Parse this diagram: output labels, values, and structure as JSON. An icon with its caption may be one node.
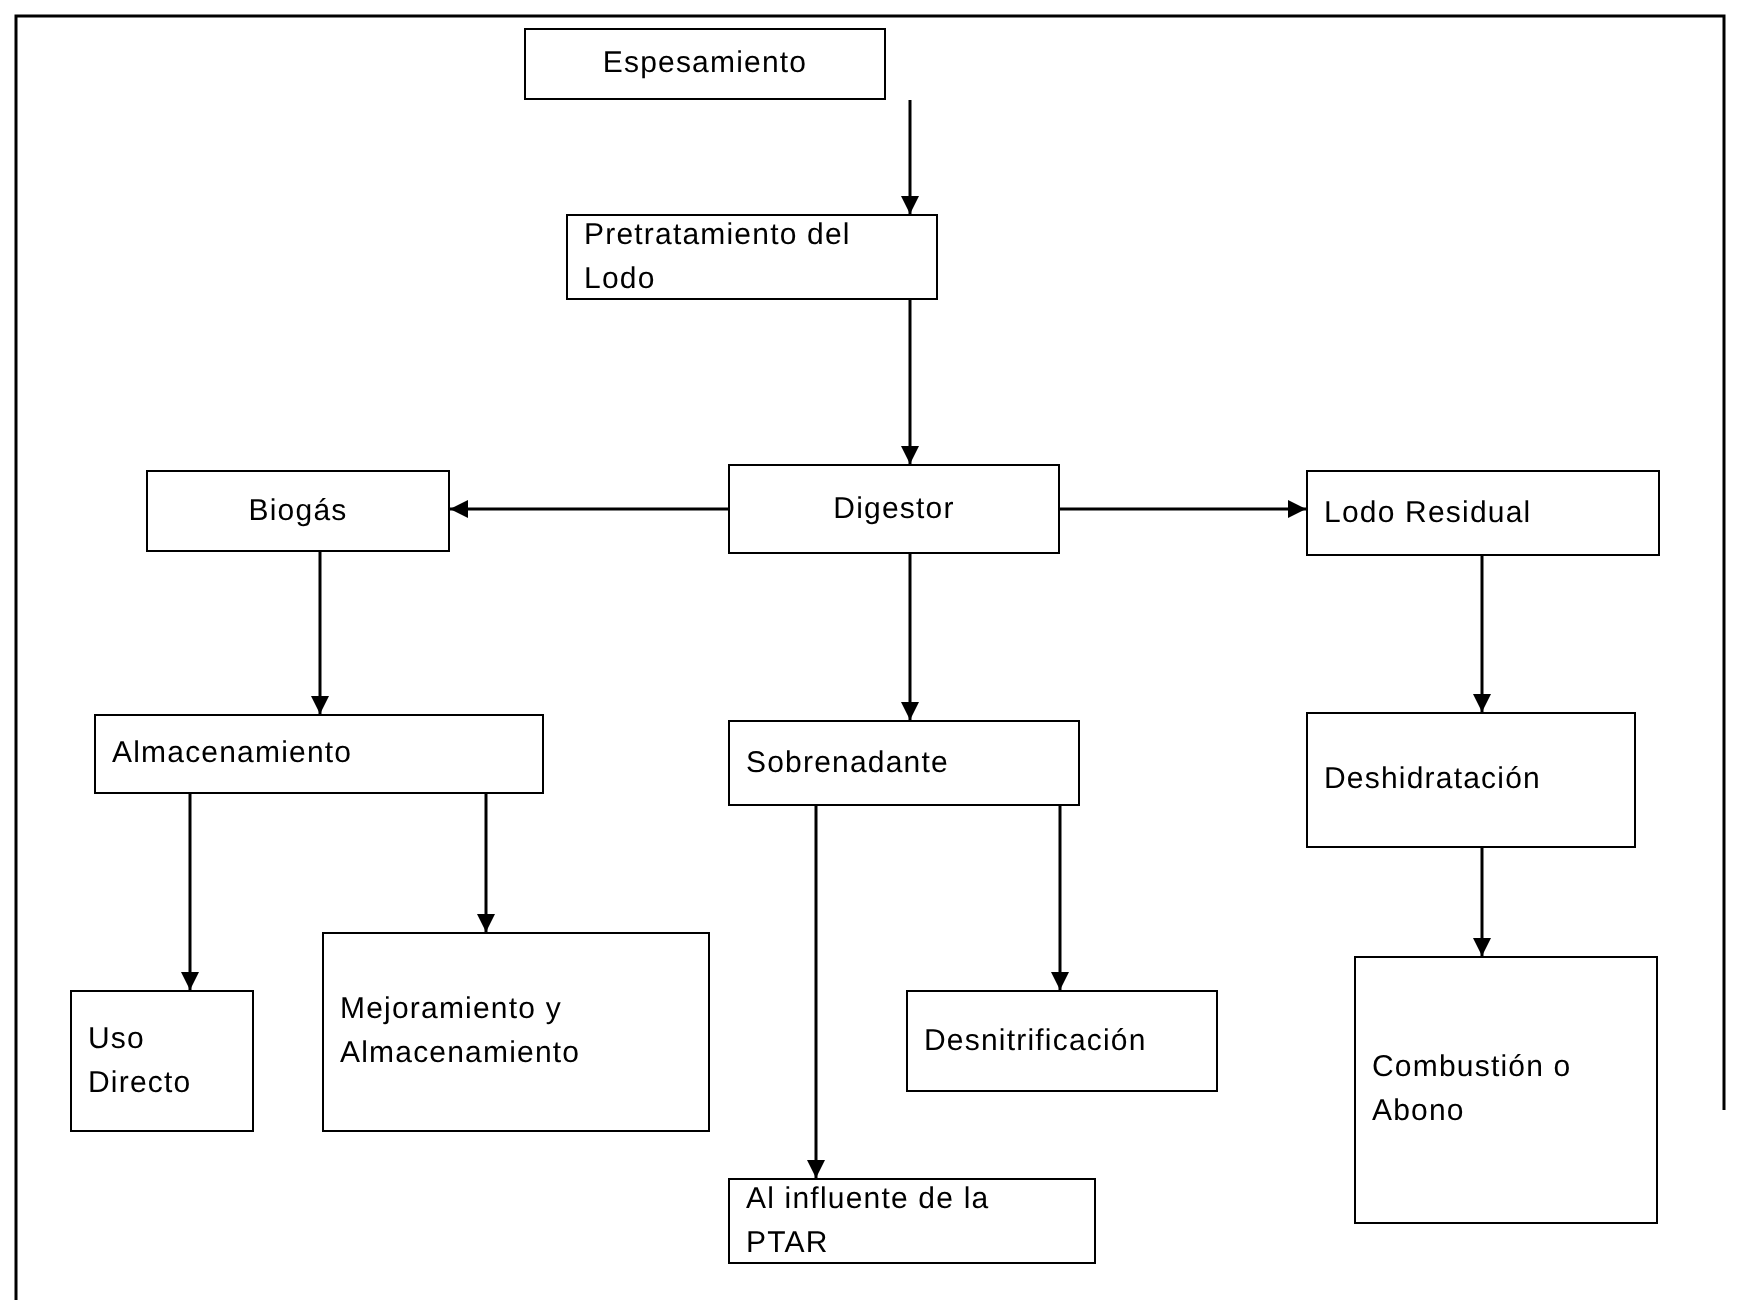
{
  "diagram": {
    "nodes": [
      {
        "text": [
          "Espesamiento"
        ]
      },
      {
        "text": [
          "Pretratamiento del Lodo"
        ]
      },
      {
        "text": [
          "Digestor"
        ]
      },
      {
        "text": [
          "Biogás"
        ]
      },
      {
        "text": [
          "Lodo Residual"
        ]
      },
      {
        "text": [
          "Almacenamiento"
        ]
      },
      {
        "text": [
          "Sobrenadante"
        ]
      },
      {
        "text": [
          "Deshidratación"
        ]
      },
      {
        "text": [
          "Uso Directo"
        ]
      },
      {
        "text": [
          "Mejoramiento y Almacenamiento"
        ]
      },
      {
        "text": [
          "Desnitrificación"
        ]
      },
      {
        "text": [
          "Al influente de la PTAR"
        ]
      },
      {
        "text": [
          "Combustión o Abono"
        ]
      }
    ],
    "edges": [
      {
        "from": 0,
        "to": 1,
        "arrow": "to"
      },
      {
        "from": 1,
        "to": 2,
        "arrow": "to"
      },
      {
        "from": 2,
        "to": 3,
        "arrow": "to"
      },
      {
        "from": 2,
        "to": 4,
        "arrow": "to"
      },
      {
        "from": 3,
        "to": 5,
        "arrow": "to"
      },
      {
        "from": 2,
        "to": 6,
        "arrow": "to"
      },
      {
        "from": 4,
        "to": 7,
        "arrow": "to"
      },
      {
        "from": 5,
        "to": 8,
        "arrow": "to"
      },
      {
        "from": 5,
        "to": 9,
        "arrow": "to"
      },
      {
        "from": 6,
        "to": 11,
        "arrow": "to"
      },
      {
        "from": 6,
        "to": 10,
        "arrow": "to"
      },
      {
        "from": 7,
        "to": 12,
        "arrow": "to"
      }
    ]
  }
}
